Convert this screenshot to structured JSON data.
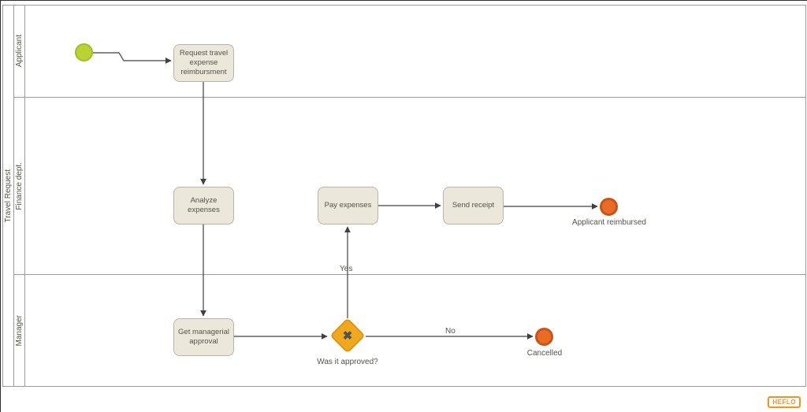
{
  "pool": {
    "label": "Travel Request",
    "lanes": [
      {
        "label": "Applicant"
      },
      {
        "label": "Finance dept."
      },
      {
        "label": "Manager"
      }
    ]
  },
  "nodes": {
    "task_request": {
      "label": "Request travel expense reimbursment"
    },
    "task_analyze": {
      "label": "Analyze expenses"
    },
    "task_pay": {
      "label": "Pay expenses"
    },
    "task_send": {
      "label": "Send receipt"
    },
    "task_approval": {
      "label": "Get managerial approval"
    },
    "gateway": {
      "label": "Was it approved?",
      "icon": "✖"
    },
    "end_reimbursed": {
      "label": "Applicant reimbursed"
    },
    "end_cancelled": {
      "label": "Cancelled"
    }
  },
  "flows": {
    "yes_label": "Yes",
    "no_label": "No"
  },
  "colors": {
    "task_fill": "#ebe7da",
    "task_border": "#b9b5a4",
    "start_fill": "#b9d333",
    "start_border": "#a4bd25",
    "end_fill": "#e96b25",
    "end_border": "#c85418",
    "gateway_fill": "#f2a81d",
    "gateway_border": "#dd9712",
    "gateway_x": "#4d5357",
    "connector": "#404040",
    "lane_border": "#9b9b9b",
    "text": "#54534b",
    "logo": "#f6921e"
  },
  "logo": {
    "text": "HEFLO"
  }
}
